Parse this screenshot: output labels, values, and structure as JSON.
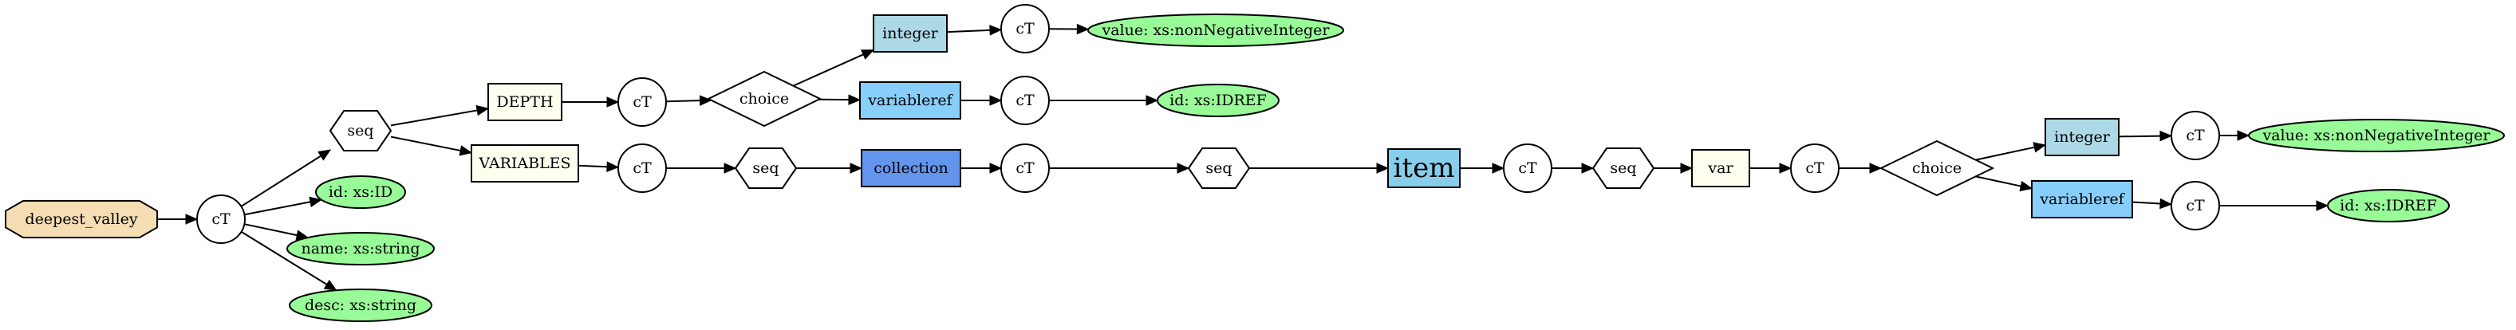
{
  "diagram": {
    "colors": {
      "root_fill": "#F5DEB3",
      "attr_fill": "#98FB98",
      "element_fill": "#FFFFF0",
      "integer_fill": "#ADD8E6",
      "variableref_fill": "#87CEFA",
      "collection_fill": "#6495ED",
      "item_fill": "#87CEEB",
      "white": "#FFFFFF",
      "line": "#000000"
    },
    "nodes": [
      {
        "id": "root",
        "label": "deepest_valley",
        "shape": "octagon",
        "fill": "root_fill",
        "icon": "octagon-node"
      },
      {
        "id": "ct1",
        "label": "cT",
        "shape": "circle",
        "fill": "white",
        "icon": "circle-node"
      },
      {
        "id": "seq1",
        "label": "seq",
        "shape": "hexagon",
        "fill": "white",
        "icon": "hexagon-node"
      },
      {
        "id": "attr_id1",
        "label": "id: xs:ID",
        "shape": "ellipse",
        "fill": "attr_fill",
        "outlined": true,
        "icon": "ellipse-node"
      },
      {
        "id": "attr_name",
        "label": "name: xs:string",
        "shape": "ellipse",
        "fill": "attr_fill",
        "outlined": false,
        "icon": "ellipse-node"
      },
      {
        "id": "attr_desc",
        "label": "desc: xs:string",
        "shape": "ellipse",
        "fill": "attr_fill",
        "outlined": false,
        "icon": "ellipse-node"
      },
      {
        "id": "depth",
        "label": "DEPTH",
        "shape": "box",
        "fill": "element_fill",
        "icon": "box-node"
      },
      {
        "id": "variables",
        "label": "VARIABLES",
        "shape": "box",
        "fill": "element_fill",
        "icon": "box-node"
      },
      {
        "id": "ct2",
        "label": "cT",
        "shape": "circle",
        "fill": "white",
        "icon": "circle-node"
      },
      {
        "id": "ct3",
        "label": "cT",
        "shape": "circle",
        "fill": "white",
        "icon": "circle-node"
      },
      {
        "id": "choice1",
        "label": "choice",
        "shape": "diamond",
        "fill": "white",
        "icon": "diamond-node"
      },
      {
        "id": "integer1",
        "label": "integer",
        "shape": "box",
        "fill": "integer_fill",
        "icon": "box-node"
      },
      {
        "id": "varref1",
        "label": "variableref",
        "shape": "box",
        "fill": "variableref_fill",
        "icon": "box-node"
      },
      {
        "id": "ct4",
        "label": "cT",
        "shape": "circle",
        "fill": "white",
        "icon": "circle-node"
      },
      {
        "id": "ct5",
        "label": "cT",
        "shape": "circle",
        "fill": "white",
        "icon": "circle-node"
      },
      {
        "id": "value1",
        "label": "value: xs:nonNegativeInteger",
        "shape": "ellipse",
        "fill": "attr_fill",
        "outlined": true,
        "icon": "ellipse-node"
      },
      {
        "id": "idref1",
        "label": "id: xs:IDREF",
        "shape": "ellipse",
        "fill": "attr_fill",
        "outlined": true,
        "icon": "ellipse-node"
      },
      {
        "id": "seq2",
        "label": "seq",
        "shape": "hexagon",
        "fill": "white",
        "icon": "hexagon-node"
      },
      {
        "id": "collection",
        "label": "collection",
        "shape": "box",
        "fill": "collection_fill",
        "icon": "box-node"
      },
      {
        "id": "ct6",
        "label": "cT",
        "shape": "circle",
        "fill": "white",
        "icon": "circle-node"
      },
      {
        "id": "seq3",
        "label": "seq",
        "shape": "hexagon",
        "fill": "white",
        "icon": "hexagon-node"
      },
      {
        "id": "item",
        "label": "item",
        "shape": "box",
        "fill": "item_fill",
        "outlined": false,
        "large": true,
        "icon": "box-node"
      },
      {
        "id": "ct7",
        "label": "cT",
        "shape": "circle",
        "fill": "white",
        "icon": "circle-node"
      },
      {
        "id": "seq4",
        "label": "seq",
        "shape": "hexagon",
        "fill": "white",
        "icon": "hexagon-node"
      },
      {
        "id": "var",
        "label": "var",
        "shape": "box",
        "fill": "element_fill",
        "icon": "box-node"
      },
      {
        "id": "ct8",
        "label": "cT",
        "shape": "circle",
        "fill": "white",
        "icon": "circle-node"
      },
      {
        "id": "choice2",
        "label": "choice",
        "shape": "diamond",
        "fill": "white",
        "icon": "diamond-node"
      },
      {
        "id": "integer2",
        "label": "integer",
        "shape": "box",
        "fill": "integer_fill",
        "icon": "box-node"
      },
      {
        "id": "varref2",
        "label": "variableref",
        "shape": "box",
        "fill": "variableref_fill",
        "icon": "box-node"
      },
      {
        "id": "ct9",
        "label": "cT",
        "shape": "circle",
        "fill": "white",
        "icon": "circle-node"
      },
      {
        "id": "ct10",
        "label": "cT",
        "shape": "circle",
        "fill": "white",
        "icon": "circle-node"
      },
      {
        "id": "value2",
        "label": "value: xs:nonNegativeInteger",
        "shape": "ellipse",
        "fill": "attr_fill",
        "outlined": true,
        "icon": "ellipse-node"
      },
      {
        "id": "idref2",
        "label": "id: xs:IDREF",
        "shape": "ellipse",
        "fill": "attr_fill",
        "outlined": true,
        "icon": "ellipse-node"
      }
    ],
    "edges": [
      {
        "from": "root",
        "to": "ct1"
      },
      {
        "from": "ct1",
        "to": "seq1"
      },
      {
        "from": "ct1",
        "to": "attr_id1"
      },
      {
        "from": "ct1",
        "to": "attr_name"
      },
      {
        "from": "ct1",
        "to": "attr_desc"
      },
      {
        "from": "seq1",
        "to": "depth"
      },
      {
        "from": "seq1",
        "to": "variables"
      },
      {
        "from": "depth",
        "to": "ct2"
      },
      {
        "from": "ct2",
        "to": "choice1"
      },
      {
        "from": "choice1",
        "to": "integer1"
      },
      {
        "from": "choice1",
        "to": "varref1"
      },
      {
        "from": "integer1",
        "to": "ct4"
      },
      {
        "from": "ct4",
        "to": "value1"
      },
      {
        "from": "varref1",
        "to": "ct5"
      },
      {
        "from": "ct5",
        "to": "idref1"
      },
      {
        "from": "variables",
        "to": "ct3"
      },
      {
        "from": "ct3",
        "to": "seq2"
      },
      {
        "from": "seq2",
        "to": "collection"
      },
      {
        "from": "collection",
        "to": "ct6"
      },
      {
        "from": "ct6",
        "to": "seq3"
      },
      {
        "from": "seq3",
        "to": "item"
      },
      {
        "from": "item",
        "to": "ct7"
      },
      {
        "from": "ct7",
        "to": "seq4"
      },
      {
        "from": "seq4",
        "to": "var"
      },
      {
        "from": "var",
        "to": "ct8"
      },
      {
        "from": "ct8",
        "to": "choice2"
      },
      {
        "from": "choice2",
        "to": "integer2"
      },
      {
        "from": "choice2",
        "to": "varref2"
      },
      {
        "from": "integer2",
        "to": "ct9"
      },
      {
        "from": "ct9",
        "to": "value2"
      },
      {
        "from": "varref2",
        "to": "ct10"
      },
      {
        "from": "ct10",
        "to": "idref2"
      }
    ]
  }
}
